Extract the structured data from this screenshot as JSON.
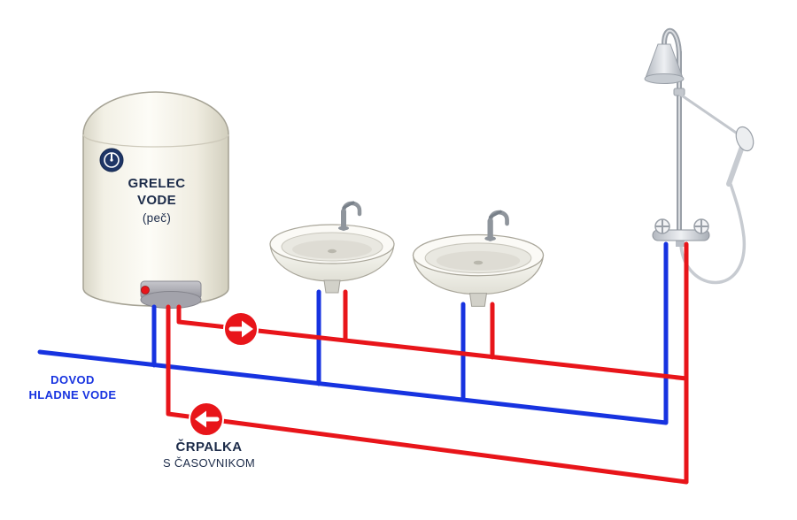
{
  "heater": {
    "line1": "GRELEC",
    "line2": "VODE",
    "line3": "(peč)"
  },
  "cold_supply_label": {
    "line1": "DOVOD",
    "line2": "HLADNE VODE"
  },
  "pump_label": {
    "line1": "ČRPALKA",
    "line2": "S ČASOVNIKOM"
  },
  "colors": {
    "hot": "#e8151a",
    "cold": "#1733e0",
    "label_navy": "#1c2b49"
  },
  "icons": {
    "supply_flow": "arrow-right-icon",
    "return_flow": "arrow-left-icon",
    "heater_badge": "thermostat-dial-icon"
  }
}
